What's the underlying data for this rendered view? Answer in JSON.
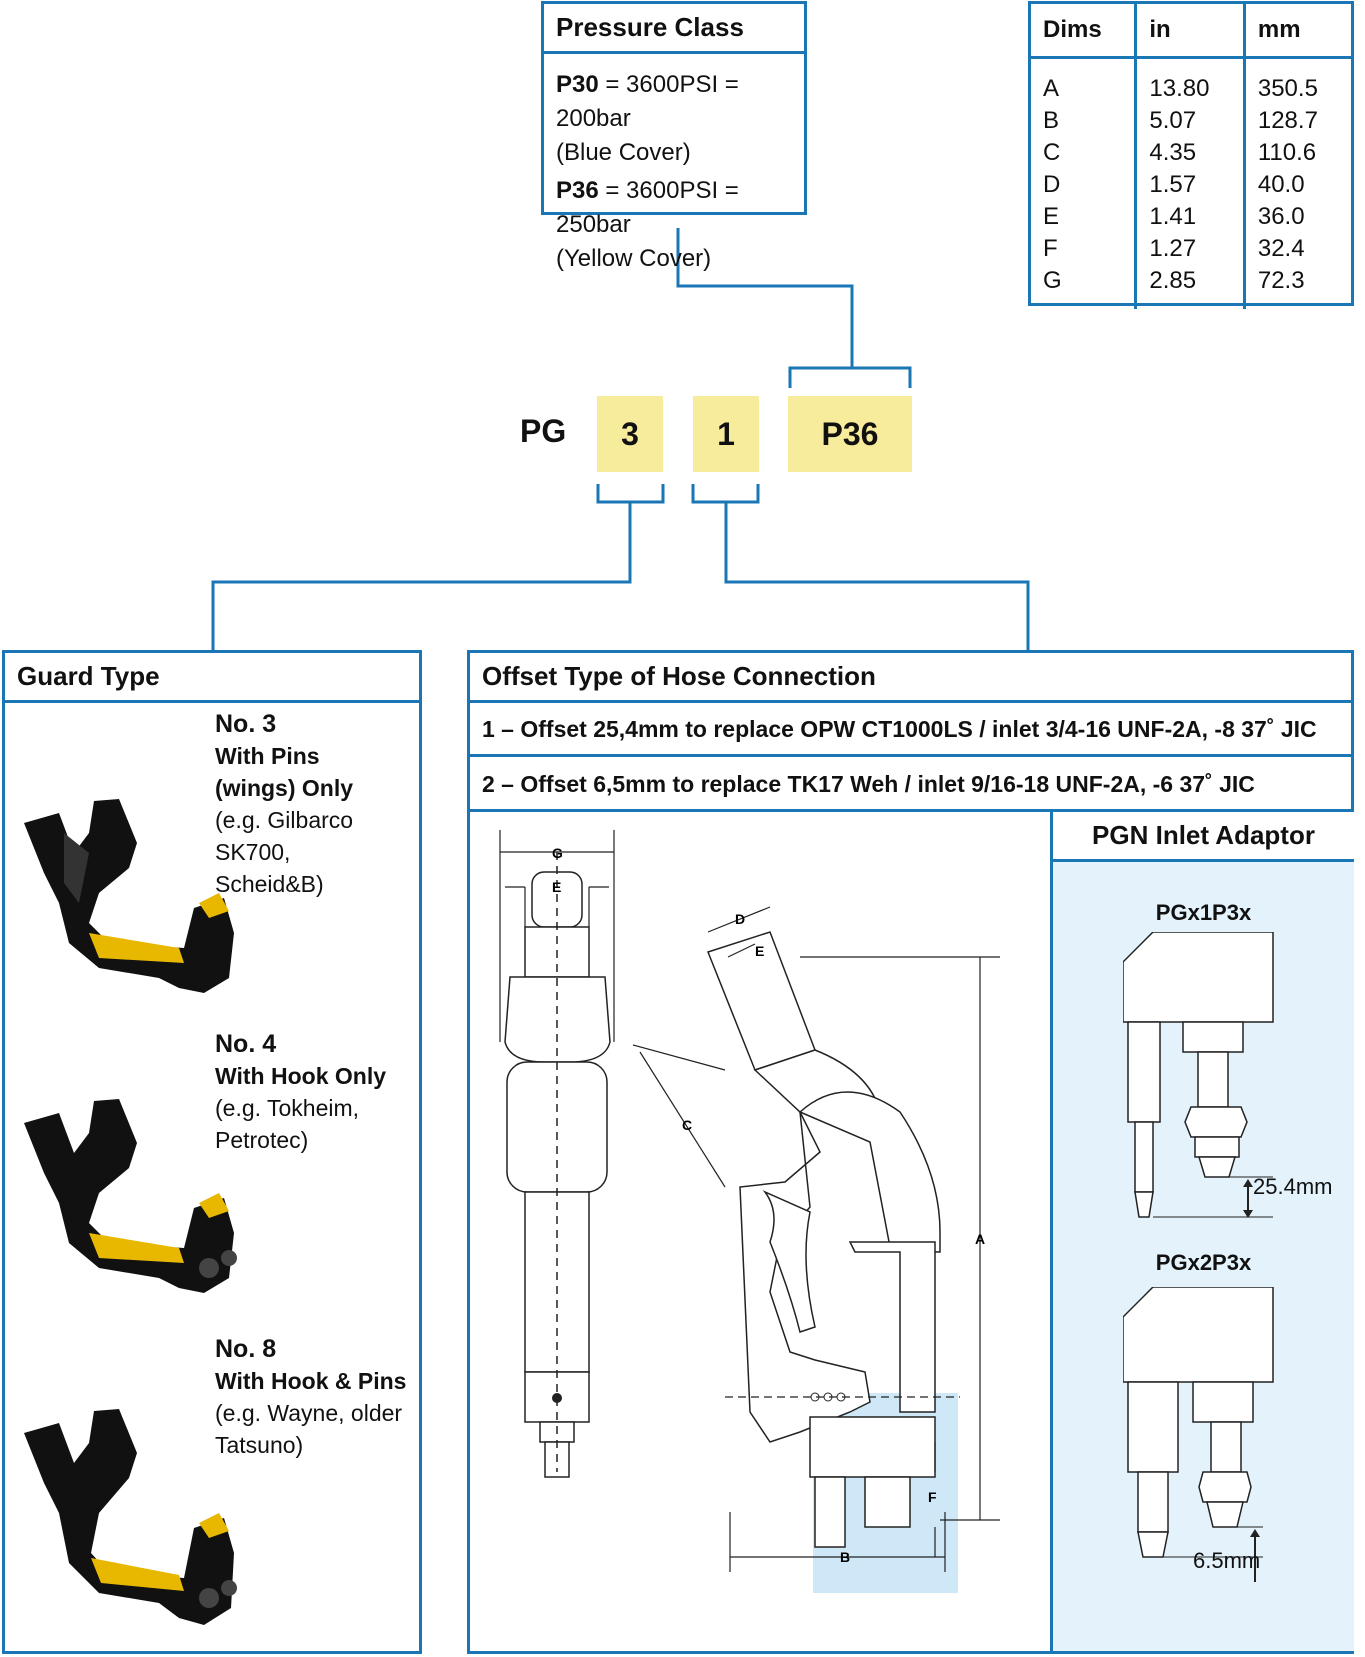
{
  "code": {
    "prefix": "PG",
    "guard": "3",
    "offset": "1",
    "pressure": "P36"
  },
  "pressure_class": {
    "title": "Pressure Class",
    "lines": [
      {
        "bold": "P30",
        "rest": " = 3600PSI = 200bar",
        "note": "(Blue Cover)"
      },
      {
        "bold": "P36",
        "rest": " = 3600PSI = 250bar",
        "note": "(Yellow Cover)"
      }
    ]
  },
  "dims": {
    "headers": [
      "Dims",
      "in",
      "mm"
    ],
    "rows": [
      [
        "A",
        "13.80",
        "350.5"
      ],
      [
        "B",
        "5.07",
        "128.7"
      ],
      [
        "C",
        "4.35",
        "110.6"
      ],
      [
        "D",
        "1.57",
        "40.0"
      ],
      [
        "E",
        "1.41",
        "36.0"
      ],
      [
        "F",
        "1.27",
        "32.4"
      ],
      [
        "G",
        "2.85",
        "72.3"
      ]
    ]
  },
  "guard_type": {
    "title": "Guard Type",
    "items": [
      {
        "no": "No. 3",
        "title": "With Pins",
        "title2": "(wings) Only",
        "ex1": "(e.g. Gilbarco SK700,",
        "ex2": "Scheid&B)"
      },
      {
        "no": "No. 4",
        "title": "With Hook Only",
        "title2": "",
        "ex1": "(e.g. Tokheim,",
        "ex2": "Petrotec)"
      },
      {
        "no": "No. 8",
        "title": "With Hook & Pins",
        "title2": "",
        "ex1": "(e.g. Wayne, older",
        "ex2": "Tatsuno)"
      }
    ]
  },
  "offset_type": {
    "title": "Offset Type of Hose Connection",
    "rows": [
      "1 – Offset 25,4mm to replace OPW CT1000LS / inlet 3/4-16 UNF-2A, -8 37˚ JIC",
      "2 – Offset 6,5mm to replace TK17 Weh / inlet 9/16-18 UNF-2A, -6 37˚ JIC"
    ]
  },
  "inlet_adaptor": {
    "title": "PGN Inlet Adaptor",
    "a_label": "PGx1P3x",
    "a_dim": "25.4mm",
    "b_label": "PGx2P3x",
    "b_dim": "6.5mm"
  },
  "drawing_labels": {
    "A": "A",
    "B": "B",
    "C": "C",
    "D": "D",
    "E": "E",
    "F": "F",
    "G": "G"
  },
  "colors": {
    "accent": "#1a76b4",
    "highlight": "#f7ec9c",
    "panel": "#e3f2fb",
    "guard_body": "#111111",
    "guard_yellow": "#e8b800"
  }
}
